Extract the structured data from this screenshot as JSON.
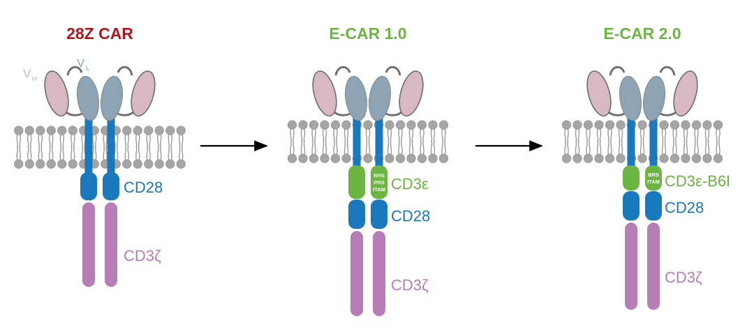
{
  "colors": {
    "red_title": "#b8141c",
    "green": "#6cb543",
    "cd28_blue": "#1a78bc",
    "cd3z_purple": "#b77eb5",
    "vh_pink": "#d8b8c3",
    "vl_grey": "#8ea3b3",
    "membrane_head": "#a5a5a5",
    "linker": "#707070",
    "arrow": "#000000"
  },
  "panels": [
    {
      "title": "28Z CAR",
      "title_color": "red",
      "vh_label": "V",
      "vh_sub": "H",
      "vl_label": "V",
      "vl_sub": "L",
      "motif_lines": [],
      "labels": {
        "cd3e": "",
        "cd28": "CD28",
        "cd3z": "CD3ζ"
      }
    },
    {
      "title": "E-CAR 1.0",
      "title_color": "green",
      "motif_lines": [
        "BRS",
        "PRS",
        "ITAM"
      ],
      "labels": {
        "cd3e": "CD3ε",
        "cd28": "CD28",
        "cd3z": "CD3ζ"
      }
    },
    {
      "title": "E-CAR 2.0",
      "title_color": "green",
      "motif_lines": [
        "BRS",
        "ITAM"
      ],
      "labels": {
        "cd3e": "CD3ε-B6I",
        "cd28": "CD28",
        "cd3z": "CD3ζ"
      }
    }
  ],
  "arrows": [
    {
      "from": "28Z CAR",
      "to": "E-CAR 1.0"
    },
    {
      "from": "E-CAR 1.0",
      "to": "E-CAR 2.0"
    }
  ]
}
